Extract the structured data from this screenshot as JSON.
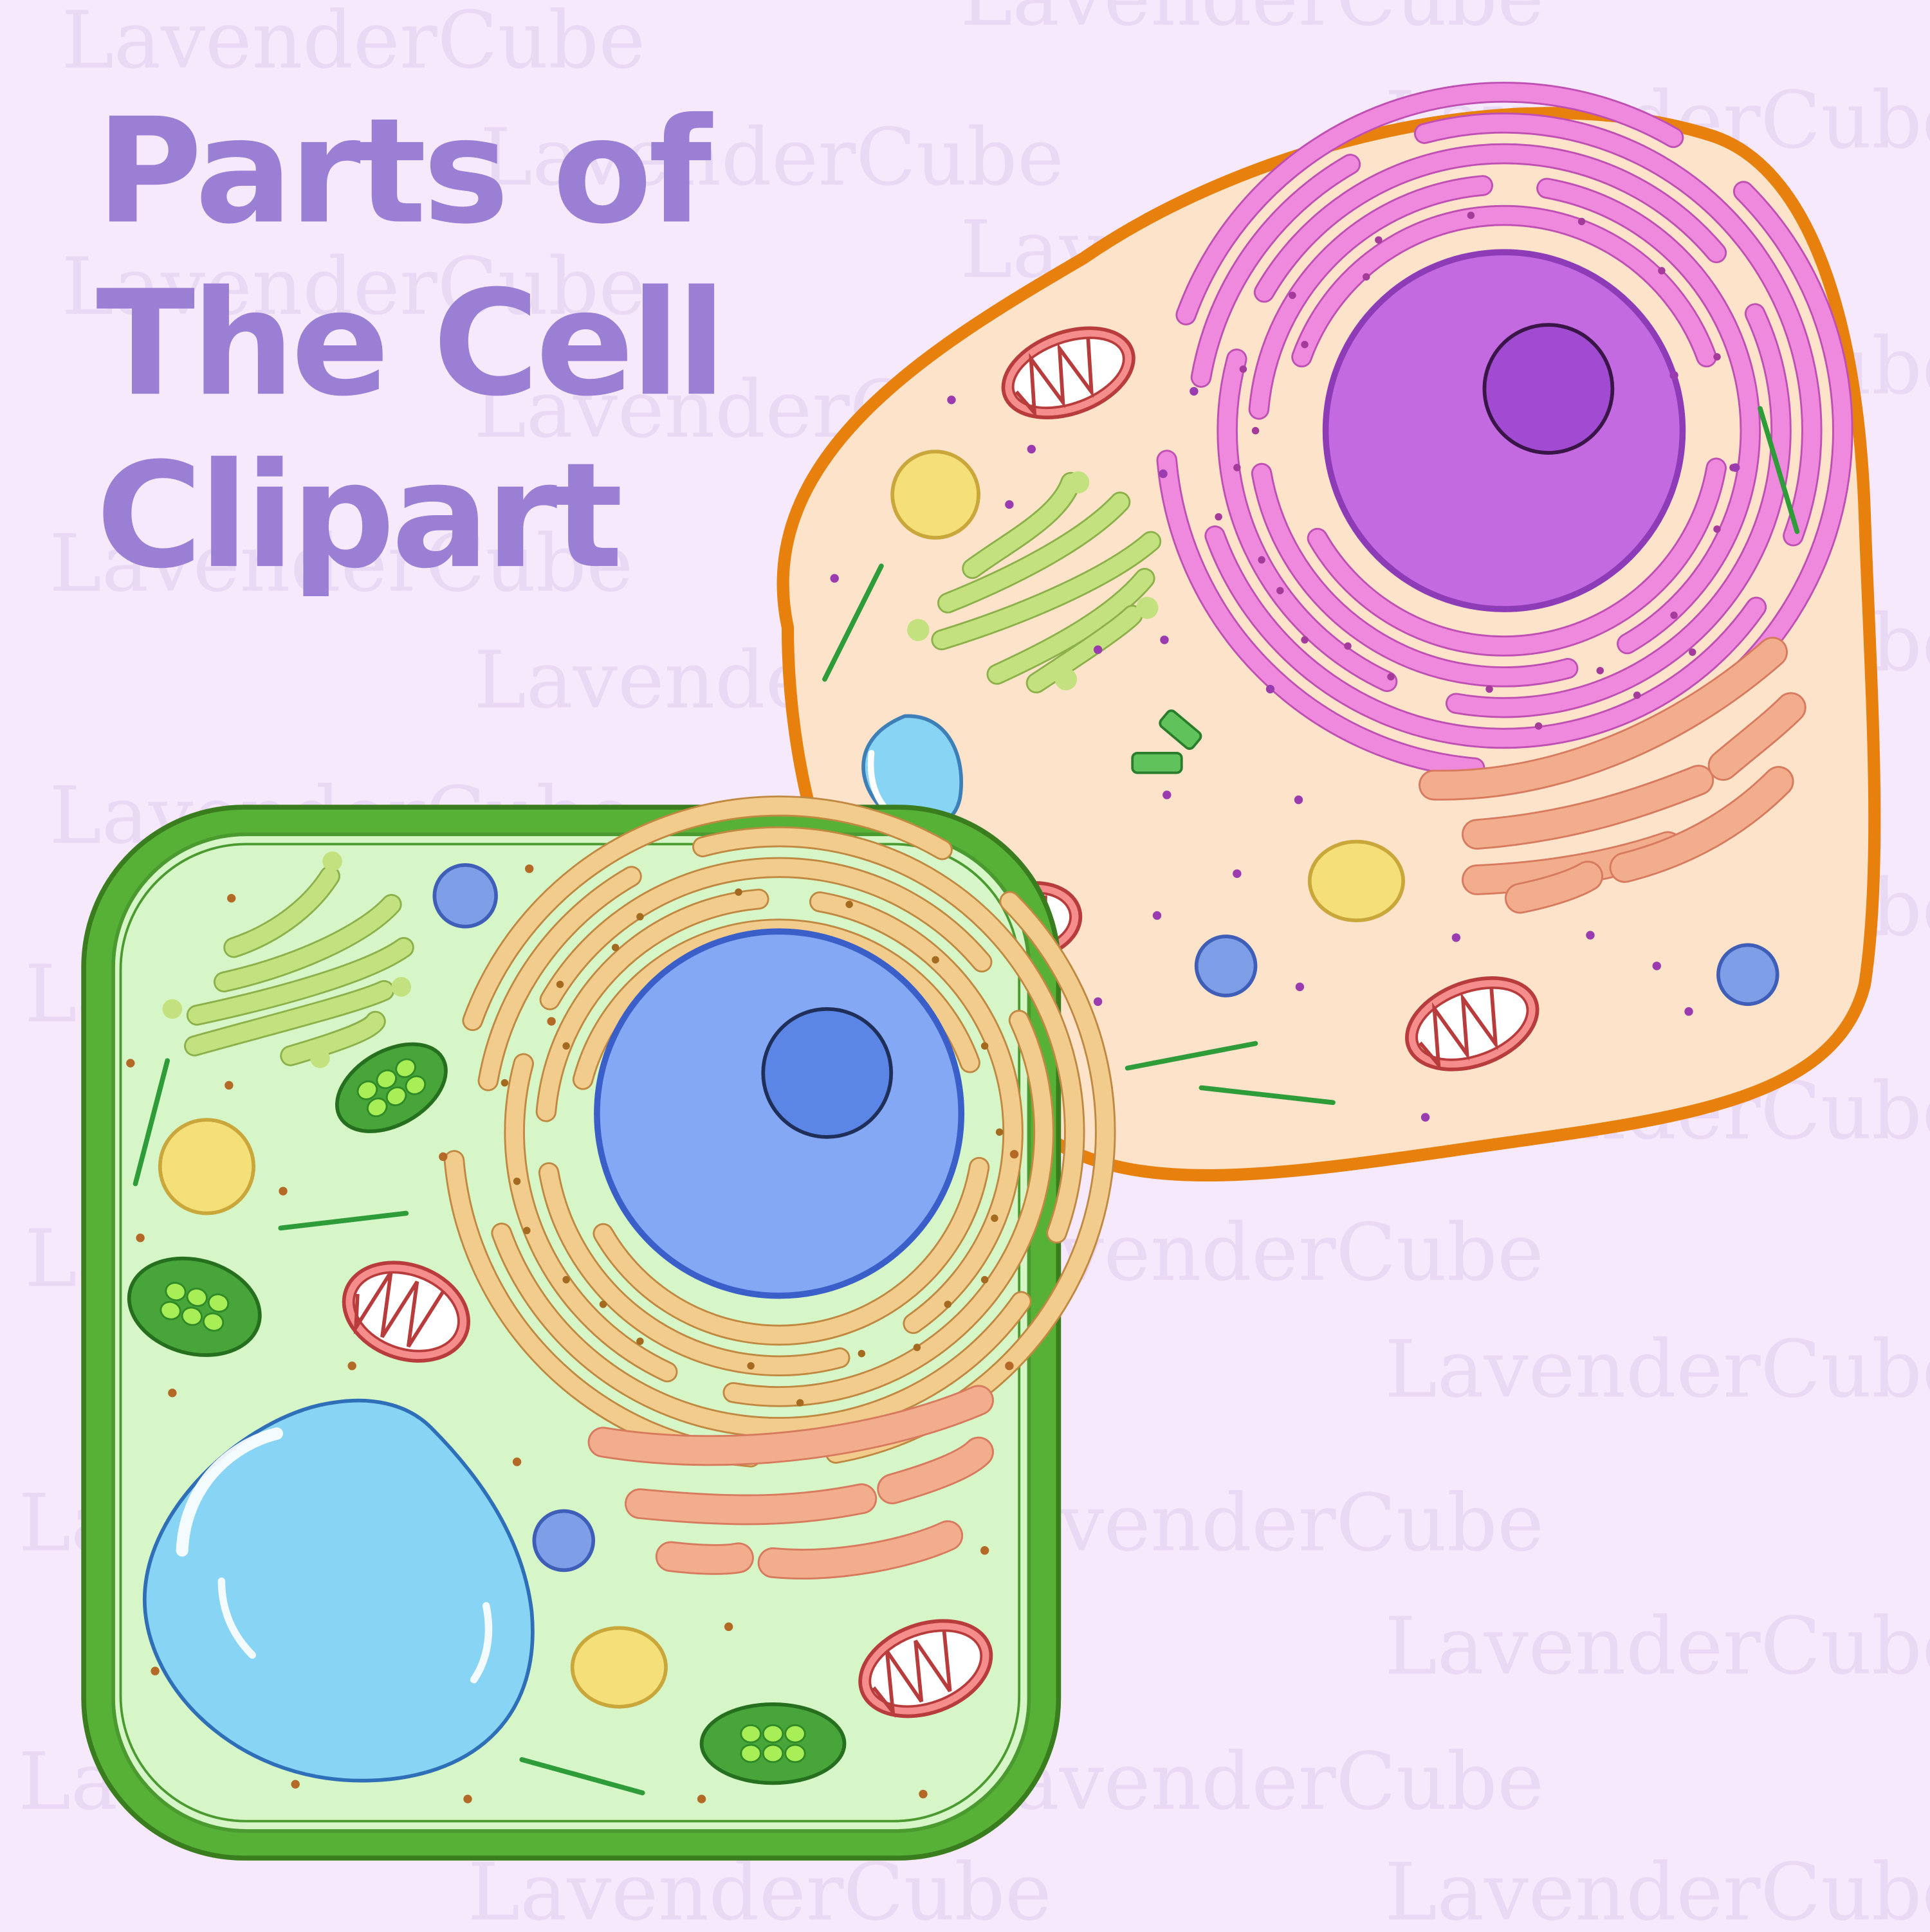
{
  "title": {
    "lines": [
      "Parts of",
      "The Cell",
      "Clipart"
    ],
    "color": "#9b7fd4"
  },
  "watermark": {
    "text": "LavenderCube",
    "color": "#ead9f4"
  },
  "colors": {
    "background": "#f6e9fb",
    "animal_membrane": "#e8800e",
    "animal_cytoplasm": "#fde3ca",
    "animal_nucleus": "#c36ae0",
    "animal_nucleolus": "#a14bd3",
    "animal_er": "#ee89de",
    "plant_wall": "#57b137",
    "plant_cytoplasm": "#d6f6c8",
    "plant_nucleus": "#84a8f4",
    "plant_nucleolus": "#5b86e6",
    "plant_er": "#f1cc8d",
    "golgi_stack": "#f2ad8d",
    "golgi_green": "#c3e17e",
    "mitochondrion": "#f58d8d",
    "chloroplast": "#5fb54a",
    "vacuole": "#87d4f4",
    "lysosome": "#f5df78",
    "vesicle": "#7e9ee8"
  }
}
